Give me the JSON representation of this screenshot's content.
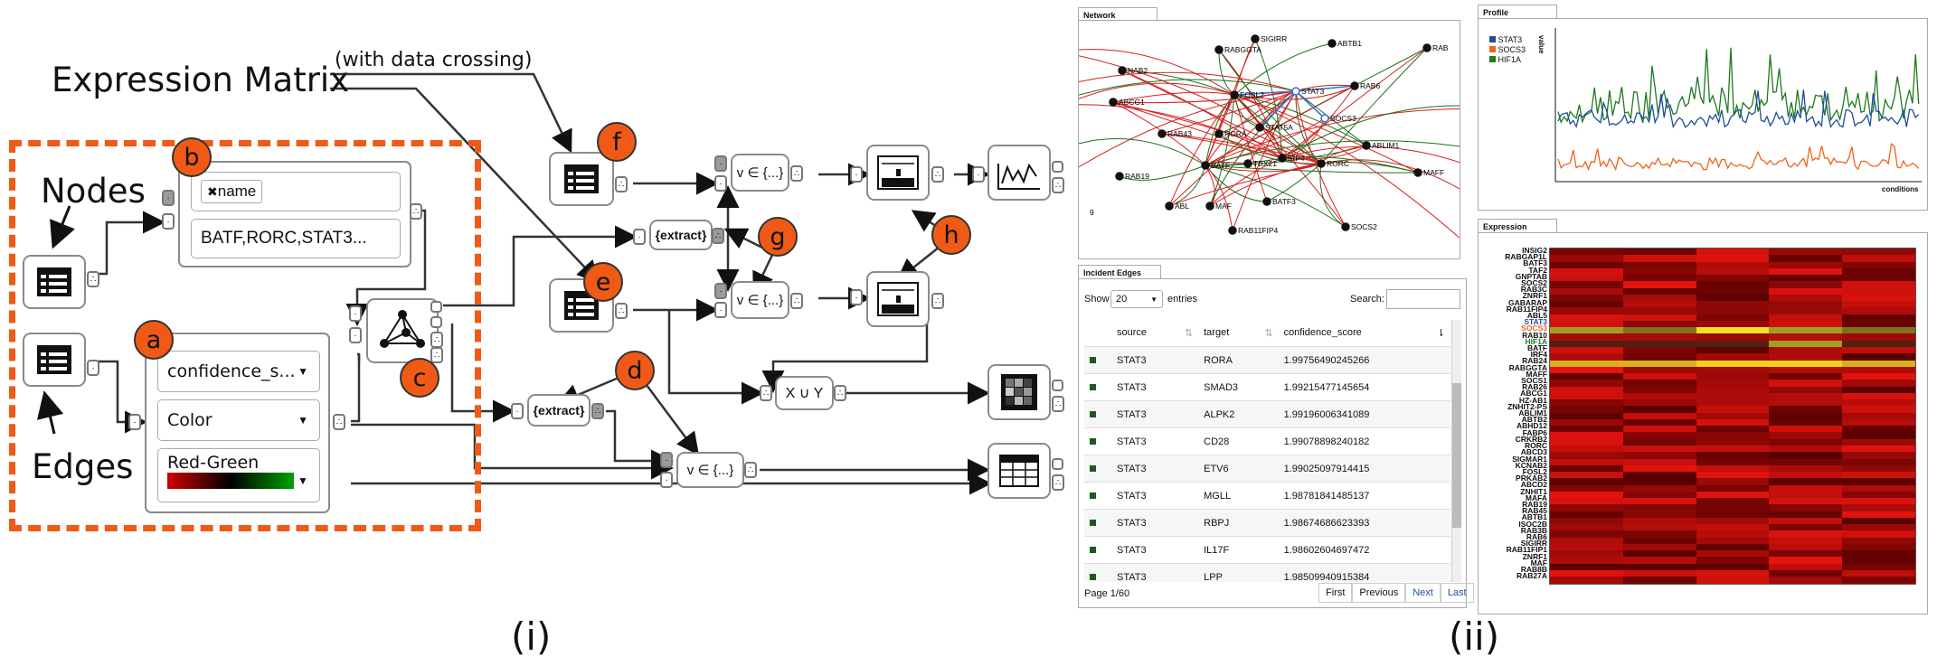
{
  "annotations": {
    "expression_matrix": "Expression Matrix",
    "data_crossing": "(with data crossing)",
    "nodes": "Nodes",
    "edges": "Edges",
    "part_i": "(i)",
    "part_ii": "(ii)"
  },
  "badges": [
    "a",
    "b",
    "c",
    "d",
    "e",
    "f",
    "g",
    "h"
  ],
  "widgets": {
    "edges_controls": {
      "attribute": "confidence_s...",
      "mode": "Color",
      "colormap": "Red-Green"
    },
    "node_selector": {
      "tag": "name",
      "values": "BATF,RORC,STAT3..."
    }
  },
  "operators": {
    "extract_top": "{extract}",
    "extract_bottom": "{extract}",
    "filter_top": "v ∈ {...}",
    "filter_mid": "v ∈ {...}",
    "filter_bottom": "v ∈ {...}",
    "union": "X ∪ Y"
  },
  "network": {
    "title": "Network",
    "labels": [
      "SIGIRR",
      "ABTB1",
      "RAB",
      "RABGGTA",
      "NAB2",
      "FOSL2",
      "STAT3",
      "RAB6",
      "ABCG1",
      "SOCS3",
      "RAB43",
      "RORA",
      "BATF",
      "RORC",
      "ABLIM1",
      "MAFF",
      "RAB19",
      "IRF4",
      "ABL",
      "MAF",
      "BATF3",
      "RAB11FIP4",
      "SOCS2",
      "TBX21",
      "STAT5A",
      "9"
    ]
  },
  "profile": {
    "title": "Profile",
    "ylabel": "value",
    "xlabel": "conditions",
    "legend": [
      {
        "name": "STAT3",
        "color": "#1f4e9a"
      },
      {
        "name": "SOCS3",
        "color": "#f0641e"
      },
      {
        "name": "HIF1A",
        "color": "#1e7a1e"
      }
    ]
  },
  "incident_edges": {
    "title": "Incident Edges",
    "show_label": "Show",
    "entries_value": "20",
    "entries_label": "entries",
    "search_label": "Search:",
    "columns": [
      "source",
      "target",
      "confidence_score"
    ],
    "rows": [
      [
        "STAT3",
        "RORA",
        "1.99756490245266"
      ],
      [
        "STAT3",
        "SMAD3",
        "1.99215477145654"
      ],
      [
        "STAT3",
        "ALPK2",
        "1.99196006341089"
      ],
      [
        "STAT3",
        "CD28",
        "1.99078898240182"
      ],
      [
        "STAT3",
        "ETV6",
        "1.99025097914415"
      ],
      [
        "STAT3",
        "MGLL",
        "1.98781841485137"
      ],
      [
        "STAT3",
        "RBPJ",
        "1.98674686623393"
      ],
      [
        "STAT3",
        "IL17F",
        "1.98602604697472"
      ],
      [
        "STAT3",
        "LPP",
        "1.98509940915384"
      ]
    ],
    "page_info": "Page 1/60",
    "buttons": [
      "First",
      "Previous",
      "Next",
      "Last"
    ]
  },
  "expression": {
    "title": "Expression",
    "genes": [
      "INSIG2",
      "RABGAP1L",
      "BATF3",
      "TAF2",
      "GNPTAB",
      "SOCS2",
      "RAB3C",
      "ZNRF1",
      "GABARAP",
      "RAB11FIP4",
      "ABL5",
      "STAT3",
      "SOCS3",
      "RAB10",
      "HIF1A",
      "BATF",
      "IRF4",
      "RAB24",
      "RABGGTA",
      "MAFF",
      "SOCS1",
      "RAB26",
      "ABCG1",
      "HZ-AB1",
      "ZNHIT2-PS",
      "ABLIM1",
      "ABTB2",
      "ABHD12",
      "FABP6",
      "CRKRB2",
      "RORC",
      "ABCD3",
      "SIGMAR1",
      "KCNAB2",
      "FOSL2",
      "PRKAB2",
      "ABCD2",
      "ZNHIT1",
      "MAFA",
      "RAB19",
      "RAB45",
      "ABTB1",
      "ISOC2B",
      "RAB3B",
      "RAB6",
      "SIGIRR",
      "RAB11FIP1",
      "ZNRF1",
      "MAF",
      "RAB8B",
      "RAB27A"
    ],
    "highlight": {
      "STAT3": "#1f4e9a",
      "SOCS3": "#f0641e",
      "HIF1A": "#1e7a1e"
    }
  },
  "colors": {
    "accent": "#f05a16",
    "edge_red": "#d42020",
    "edge_green": "#1e6e1e",
    "highlight_blue": "#3a6fd0"
  }
}
